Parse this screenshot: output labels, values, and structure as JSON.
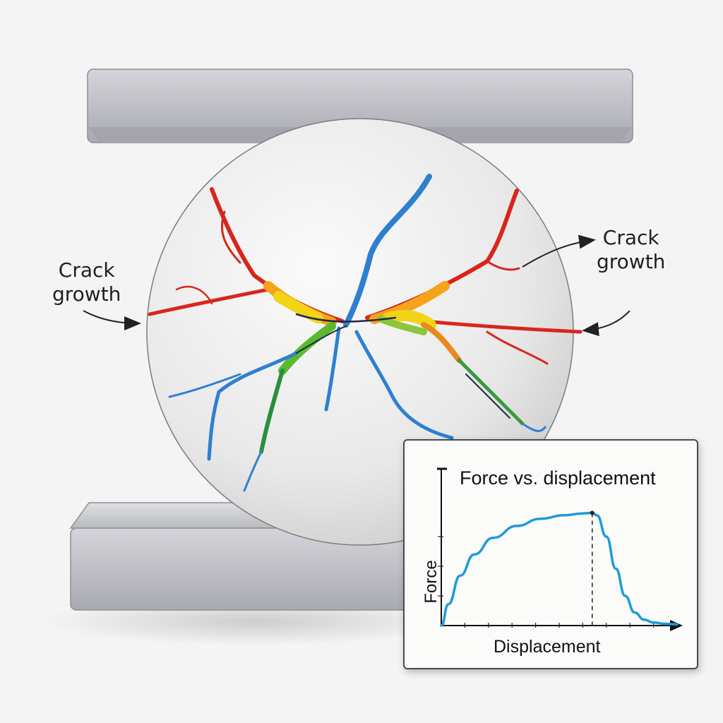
{
  "annotations": {
    "left": {
      "line1": "Crack",
      "line2": "growth"
    },
    "right": {
      "line1": "Crack",
      "line2": "growth"
    }
  },
  "colors": {
    "platen": "#c7c8cd",
    "sphere": "#e9e9e9",
    "curve": "#1e9bd7",
    "crack_high": "#d8261c",
    "crack_mid": "#f2c418",
    "crack_low": "#2e7fd0"
  },
  "chart_data": {
    "type": "line",
    "title": "Force vs. displacement",
    "xlabel": "Displacement",
    "ylabel": "Force",
    "xlim": [
      0,
      1
    ],
    "ylim": [
      0,
      1
    ],
    "grid": false,
    "series": [
      {
        "x": [
          0,
          0.03,
          0.08,
          0.14,
          0.22,
          0.32,
          0.42,
          0.52,
          0.6,
          0.64,
          0.66,
          0.7,
          0.74,
          0.78,
          0.82,
          0.86,
          0.9,
          0.95,
          1.0
        ],
        "values": [
          0,
          0.18,
          0.42,
          0.6,
          0.74,
          0.84,
          0.9,
          0.93,
          0.945,
          0.95,
          0.93,
          0.75,
          0.48,
          0.25,
          0.11,
          0.05,
          0.025,
          0.015,
          0.01
        ]
      }
    ],
    "annotations": [
      "vertical dashed line at peak force"
    ]
  }
}
